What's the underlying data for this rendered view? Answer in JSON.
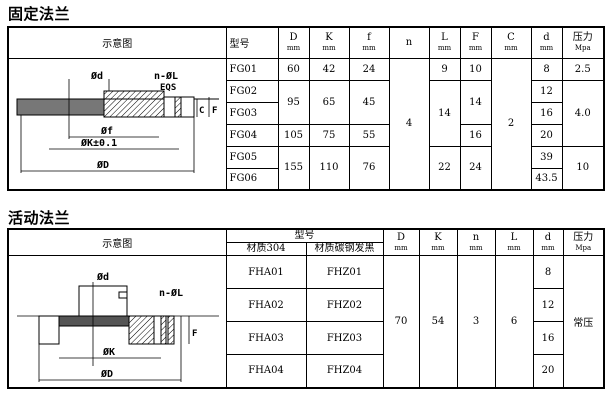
{
  "fixed": {
    "title": "固定法兰",
    "header": {
      "diagram": "示意图",
      "model": "型号",
      "cols": [
        {
          "name": "D",
          "unit": "mm"
        },
        {
          "name": "K",
          "unit": "mm"
        },
        {
          "name": "f",
          "unit": "mm"
        },
        {
          "name": "n",
          "unit": ""
        },
        {
          "name": "L",
          "unit": "mm"
        },
        {
          "name": "F",
          "unit": "mm"
        },
        {
          "name": "C",
          "unit": "mm"
        },
        {
          "name": "d",
          "unit": "mm"
        },
        {
          "name": "压力",
          "unit": "Mpa"
        }
      ]
    },
    "models": [
      "FG01",
      "FG02",
      "FG03",
      "FG04",
      "FG05",
      "FG06"
    ],
    "rows": {
      "FG01": {
        "D": "60",
        "K": "42",
        "f": "24",
        "L": "9",
        "F": "10",
        "d": "8",
        "P": "2.5"
      },
      "FG0203": {
        "D": "95",
        "K": "65",
        "f": "45",
        "L": "14",
        "F": "14"
      },
      "FG02": {
        "d": "12"
      },
      "FG03": {
        "d": "16",
        "F": ""
      },
      "FG04": {
        "D": "105",
        "K": "75",
        "f": "55",
        "F": "16",
        "d": "20"
      },
      "FG0506": {
        "D": "155",
        "K": "110",
        "f": "76",
        "L": "22",
        "F": "24",
        "P": "10"
      },
      "FG05": {
        "d": "39"
      },
      "FG06": {
        "d": "43.5"
      },
      "n": "4",
      "C": "2",
      "P234": "4.0"
    },
    "diagram_labels": {
      "d": "Ød",
      "nL": "n-ØL",
      "eqs": "EQS",
      "f": "Øf",
      "k": "ØK±0.1",
      "D": "ØD",
      "C": "C",
      "F": "F"
    }
  },
  "mobile": {
    "title": "活动法兰",
    "header": {
      "diagram": "示意图",
      "model": "型号",
      "mat304": "材质304",
      "matCarbon": "材质碳钢发黑",
      "cols": [
        {
          "name": "D",
          "unit": "mm"
        },
        {
          "name": "K",
          "unit": "mm"
        },
        {
          "name": "n",
          "unit": "mm"
        },
        {
          "name": "L",
          "unit": "mm"
        },
        {
          "name": "d",
          "unit": "mm"
        },
        {
          "name": "压力",
          "unit": "Mpa"
        }
      ]
    },
    "rows": [
      {
        "m304": "FHA01",
        "mc": "FHZ01",
        "d": "8"
      },
      {
        "m304": "FHA02",
        "mc": "FHZ02",
        "d": "12"
      },
      {
        "m304": "FHA03",
        "mc": "FHZ03",
        "d": "16"
      },
      {
        "m304": "FHA04",
        "mc": "FHZ04",
        "d": "20"
      }
    ],
    "D": "70",
    "K": "54",
    "n": "3",
    "L": "6",
    "P": "常压",
    "diagram_labels": {
      "d": "Ød",
      "nL": "n-ØL",
      "F": "F",
      "k": "ØK",
      "D": "ØD"
    }
  }
}
